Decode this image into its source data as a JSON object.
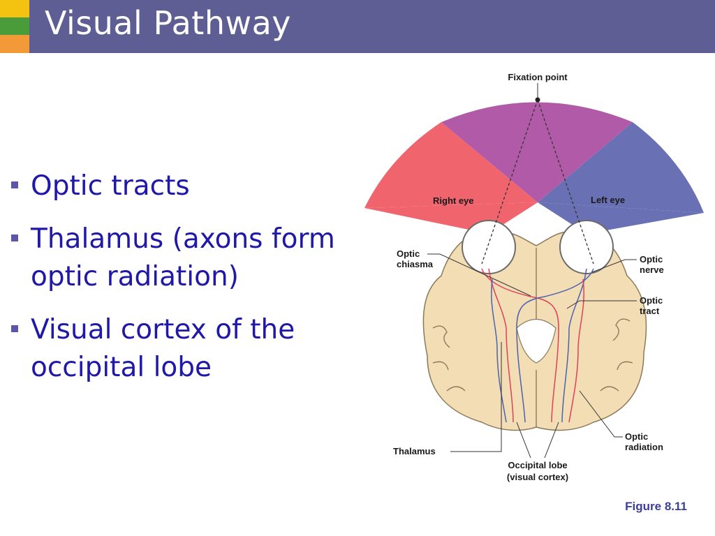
{
  "slide": {
    "title": "Visual Pathway",
    "bullets": [
      "Optic tracts",
      "Thalamus (axons form optic radiation)",
      "Visual cortex of the occipital lobe"
    ],
    "figure_label": "Figure 8.11"
  },
  "diagram": {
    "labels": {
      "fixation_point": "Fixation point",
      "right_eye": "Right eye",
      "left_eye": "Left eye",
      "optic_chiasma_1": "Optic",
      "optic_chiasma_2": "chiasma",
      "optic_nerve_1": "Optic",
      "optic_nerve_2": "nerve",
      "optic_tract_1": "Optic",
      "optic_tract_2": "tract",
      "optic_radiation_1": "Optic",
      "optic_radiation_2": "radiation",
      "thalamus": "Thalamus",
      "occipital_lobe_1": "Occipital lobe",
      "occipital_lobe_2": "(visual cortex)"
    }
  },
  "colors": {
    "header": "#5f5e94",
    "bullet_text": "#1f18a8",
    "right_eye_field": "#f0646e",
    "left_eye_field": "#6a70b4",
    "overlap_field": "#b05aa8",
    "brain_tissue": "#f2ddb4",
    "right_pathway": "#e0405a",
    "left_pathway": "#4a62b0"
  }
}
